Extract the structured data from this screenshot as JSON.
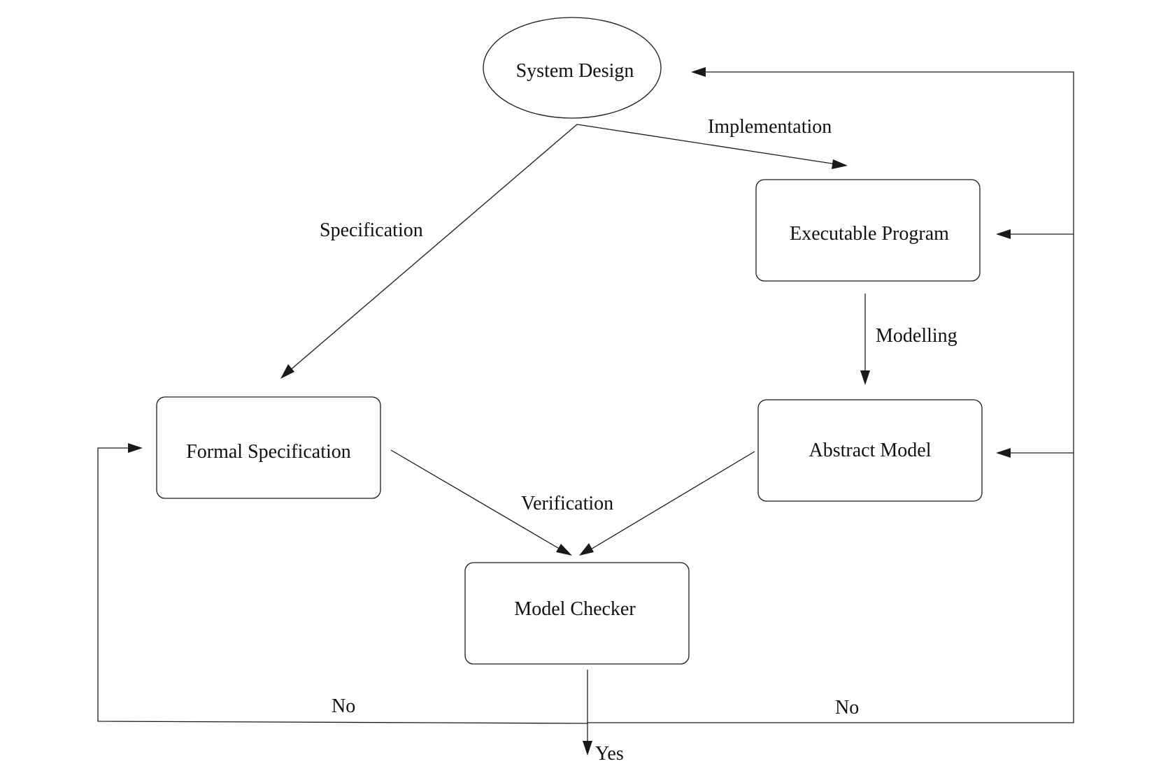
{
  "nodes": {
    "system_design": "System Design",
    "executable_program": "Executable Program",
    "formal_specification": "Formal Specification",
    "abstract_model": "Abstract Model",
    "model_checker": "Model Checker"
  },
  "edge_labels": {
    "implementation": "Implementation",
    "specification": "Specification",
    "modelling": "Modelling",
    "verification": "Verification",
    "no_left": "No",
    "no_right": "No",
    "yes": "Yes"
  },
  "colors": {
    "stroke": "#1a1a1a",
    "background": "#ffffff"
  }
}
